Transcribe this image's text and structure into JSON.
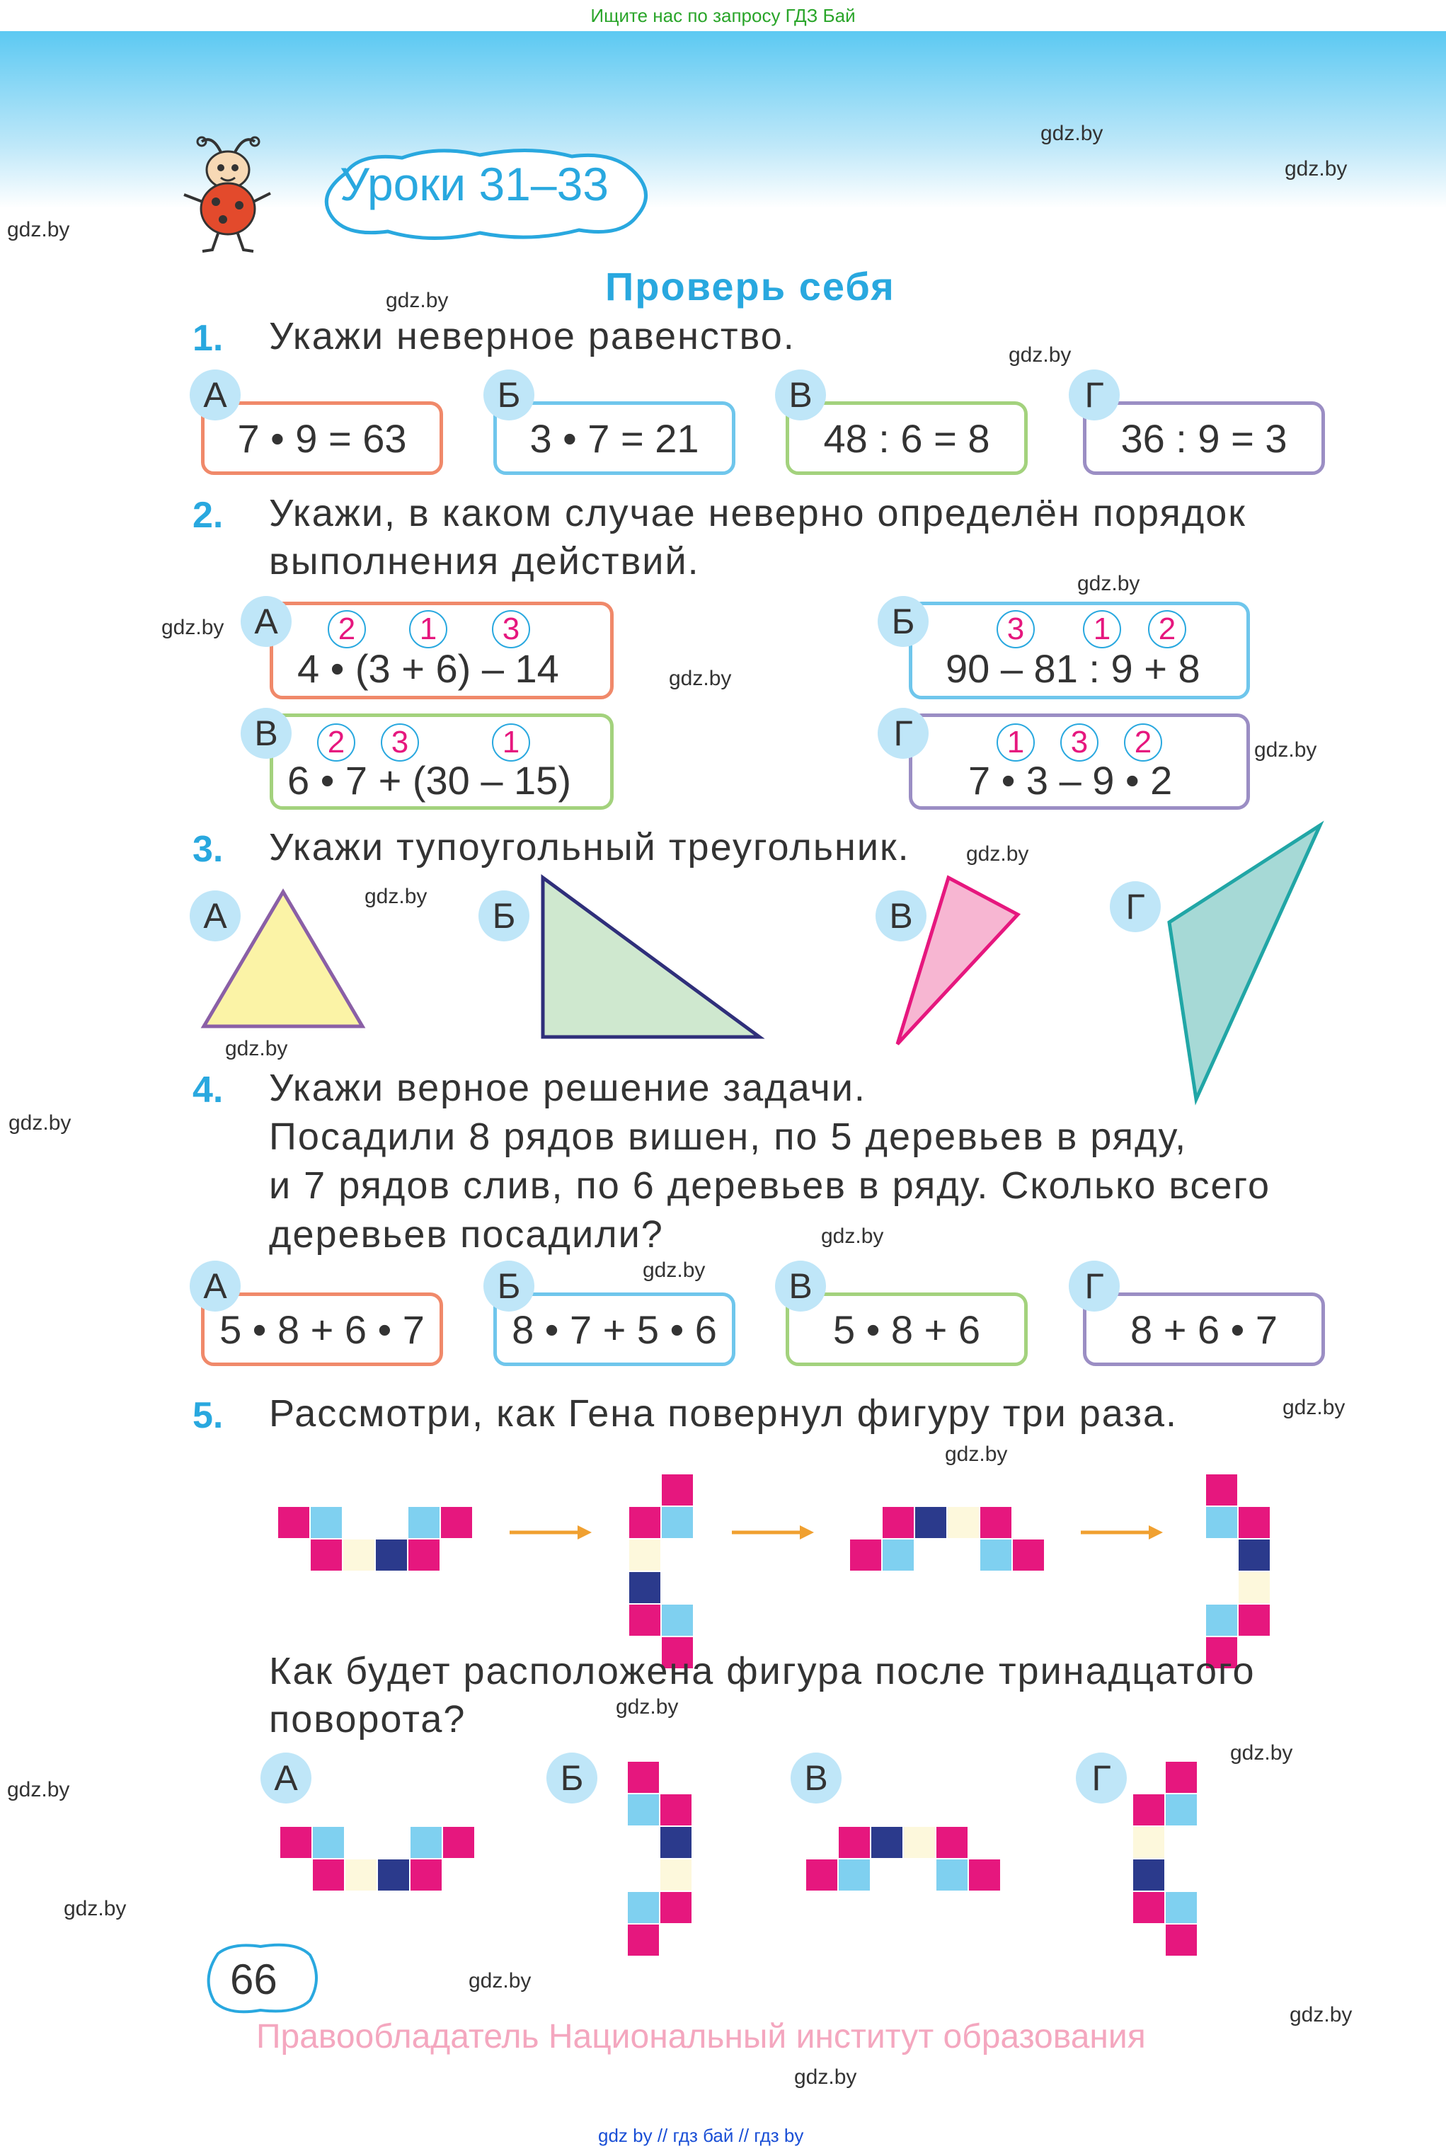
{
  "header": {
    "search_hint": "Ищите нас по запросу ГДЗ Бай",
    "lesson_title": "Уроки 31–33",
    "section_title": "Проверь себя"
  },
  "watermark": "gdz.by",
  "colors": {
    "accent": "#29a8df",
    "pink": "#e6177e",
    "navy": "#2b3a8c",
    "sky": "#dff2fb",
    "cream": "#fdf8dc"
  },
  "tasks": {
    "t1": {
      "number": "1.",
      "text": "Укажи неверное равенство.",
      "options": [
        {
          "letter": "А",
          "expr": "7 • 9  =  63",
          "color": "#f0896a"
        },
        {
          "letter": "Б",
          "expr": "3 • 7  =  21",
          "color": "#6fc6ec"
        },
        {
          "letter": "В",
          "expr": "48 : 6  =  8",
          "color": "#a3d27d"
        },
        {
          "letter": "Г",
          "expr": "36 : 9  =  3",
          "color": "#9b8ec4"
        }
      ]
    },
    "t2": {
      "number": "2.",
      "line1": "Укажи, в каком случае неверно определён порядок",
      "line2": "выполнения действий.",
      "options": [
        {
          "letter": "А",
          "expr": "4 • (3 + 6) – 14",
          "order": [
            "2",
            "1",
            "3"
          ],
          "color": "#f0896a"
        },
        {
          "letter": "Б",
          "expr": "90 – 81 : 9 + 8",
          "order": [
            "3",
            "1",
            "2"
          ],
          "color": "#6fc6ec"
        },
        {
          "letter": "В",
          "expr": "6 • 7 + (30 – 15)",
          "order": [
            "2",
            "3",
            "1"
          ],
          "color": "#a3d27d"
        },
        {
          "letter": "Г",
          "expr": "7 • 3 – 9 • 2",
          "order": [
            "1",
            "3",
            "2"
          ],
          "color": "#9b8ec4"
        }
      ]
    },
    "t3": {
      "number": "3.",
      "text": "Укажи тупоугольный треугольник.",
      "options": [
        {
          "letter": "А",
          "fill": "#fbf3a6",
          "stroke": "#8a5fa6"
        },
        {
          "letter": "Б",
          "fill": "#cfe8cf",
          "stroke": "#2f2f7a"
        },
        {
          "letter": "В",
          "fill": "#f7b6d2",
          "stroke": "#e6177e"
        },
        {
          "letter": "Г",
          "fill": "#a6d9d6",
          "stroke": "#21a6a6"
        }
      ]
    },
    "t4": {
      "number": "4.",
      "line1": "Укажи верное решение задачи.",
      "line2": "Посадили 8 рядов вишен, по 5 деревьев в ряду,",
      "line3": "и 7 рядов слив, по 6 деревьев в ряду. Сколько всего",
      "line4": "деревьев посадили?",
      "options": [
        {
          "letter": "А",
          "expr": "5 • 8 + 6 • 7",
          "color": "#f0896a"
        },
        {
          "letter": "Б",
          "expr": "8 • 7 + 5 • 6",
          "color": "#6fc6ec"
        },
        {
          "letter": "В",
          "expr": "5 • 8 + 6",
          "color": "#a3d27d"
        },
        {
          "letter": "Г",
          "expr": "8 + 6 • 7",
          "color": "#9b8ec4"
        }
      ]
    },
    "t5": {
      "number": "5.",
      "text": "Рассмотри, как Гена повернул фигуру три раза.",
      "question_line1": "Как будет расположена фигура после тринадцатого",
      "question_line2": "поворота?",
      "options": [
        {
          "letter": "А"
        },
        {
          "letter": "Б"
        },
        {
          "letter": "В"
        },
        {
          "letter": "Г"
        }
      ]
    }
  },
  "page_number": "66",
  "footer": {
    "copyright": "Правообладатель Национальный институт образования",
    "bottom_links": "gdz by  //  гдз бай  //  гдз by"
  }
}
